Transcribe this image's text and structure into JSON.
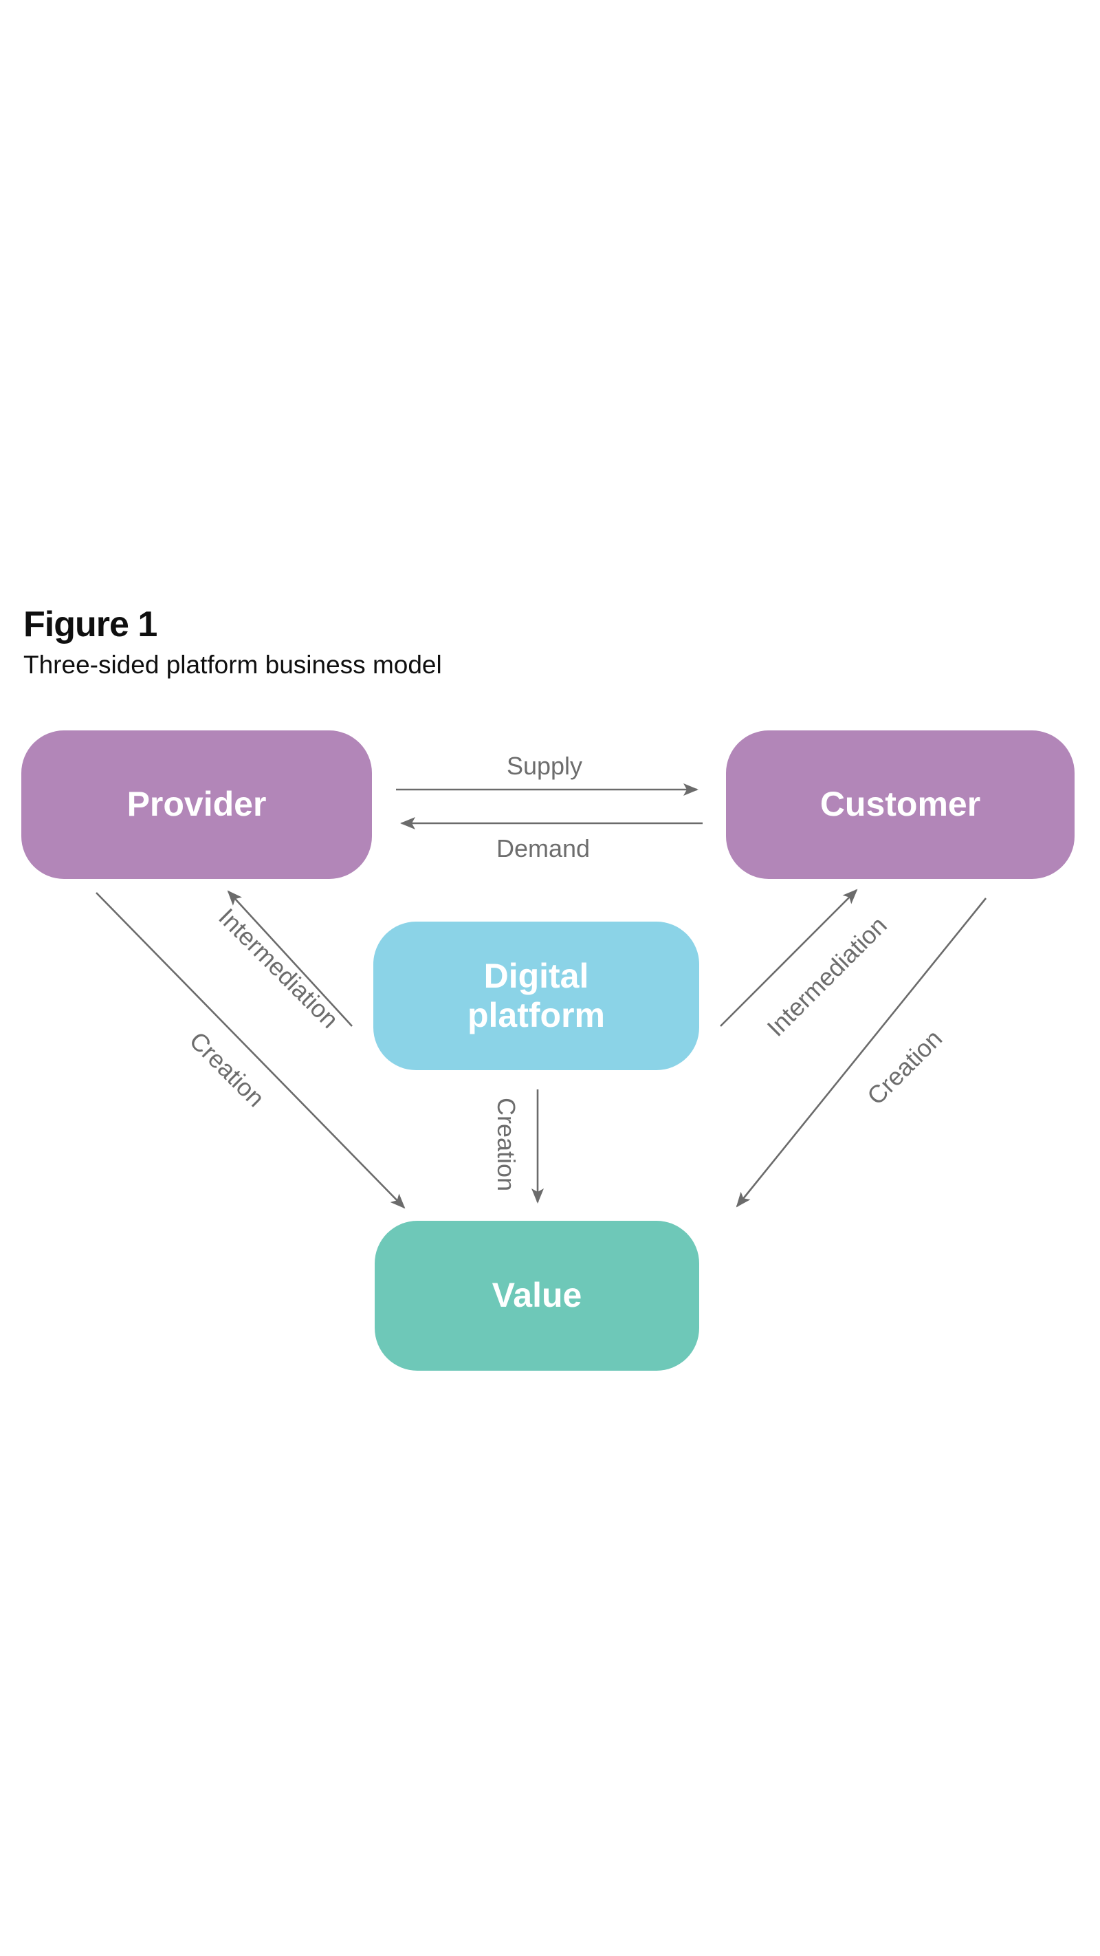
{
  "figure": {
    "label": "Figure 1",
    "caption": "Three-sided platform business model"
  },
  "nodes": {
    "provider": {
      "label": "Provider",
      "fill": "#b286b8",
      "text_color": "#ffffff"
    },
    "customer": {
      "label": "Customer",
      "fill": "#b286b8",
      "text_color": "#ffffff"
    },
    "digital_platform": {
      "label": "Digital platform",
      "fill": "#8bd3e7",
      "text_color": "#ffffff"
    },
    "value": {
      "label": "Value",
      "fill": "#6ec8b8",
      "text_color": "#ffffff"
    }
  },
  "edges": {
    "supply": {
      "label": "Supply",
      "from": "Provider",
      "to": "Customer"
    },
    "demand": {
      "label": "Demand",
      "from": "Customer",
      "to": "Provider"
    },
    "intermediation_left": {
      "label": "Intermediation",
      "from": "Digital platform",
      "to": "Provider"
    },
    "intermediation_right": {
      "label": "Intermediation",
      "from": "Digital platform",
      "to": "Customer"
    },
    "creation_left": {
      "label": "Creation",
      "from": "Provider",
      "to": "Value"
    },
    "creation_center": {
      "label": "Creation",
      "from": "Digital platform",
      "to": "Value"
    },
    "creation_right": {
      "label": "Creation",
      "from": "Customer",
      "to": "Value"
    }
  },
  "style": {
    "arrow_color": "#6b6b6b",
    "edge_label_color": "#6d6d6d",
    "title_color": "#0f0f0f",
    "background": "#ffffff"
  }
}
